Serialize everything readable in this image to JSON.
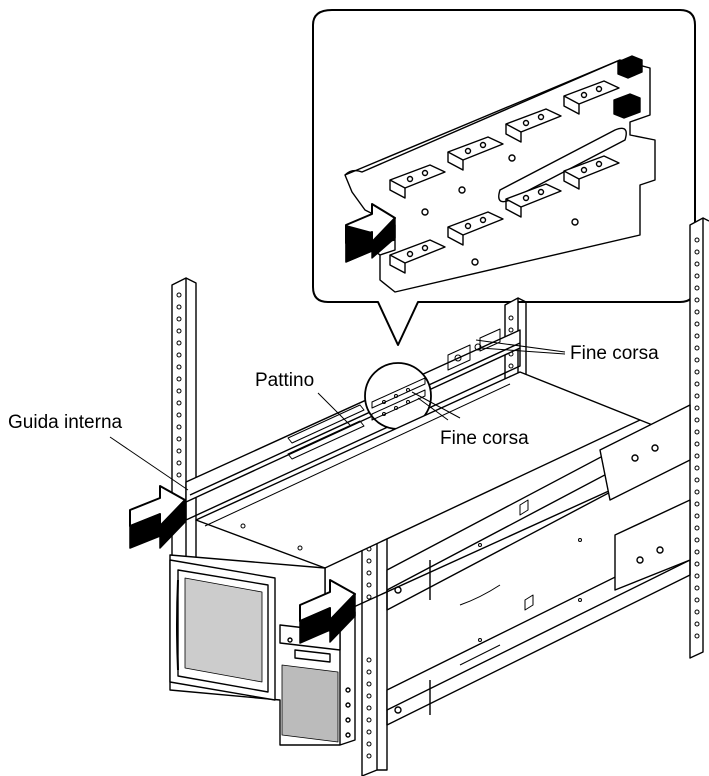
{
  "labels": {
    "pattino": "Pattino",
    "guida_interna": "Guida interna",
    "fine_corsa_center": "Fine corsa",
    "fine_corsa_right": "Fine corsa"
  },
  "colors": {
    "line": "#000000",
    "arrow_fill": "#000000",
    "arrow_face": "#ffffff",
    "background": "#ffffff"
  },
  "icons": {
    "push_arrow": "push-arrow-icon",
    "detail_callout": "magnified-detail-callout"
  }
}
